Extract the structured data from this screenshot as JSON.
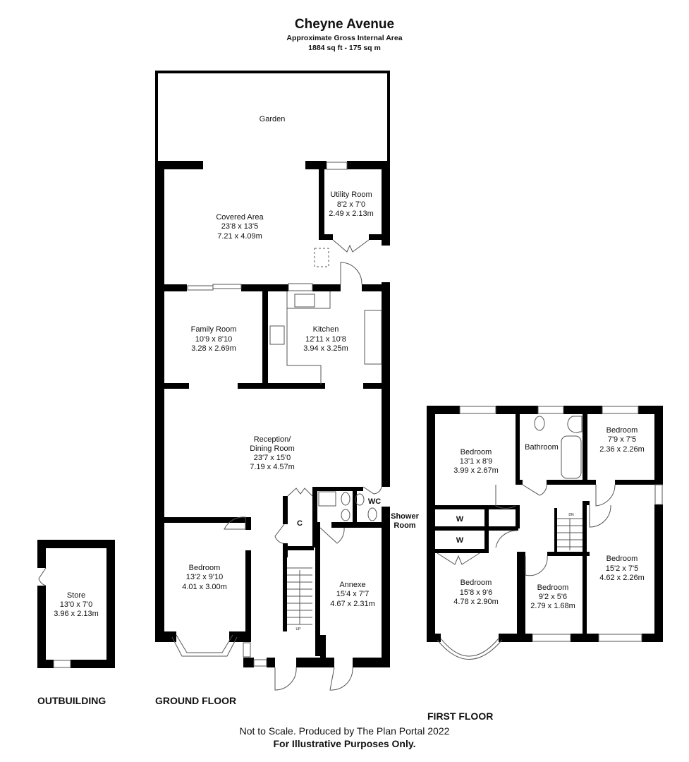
{
  "header": {
    "title": "Cheyne Avenue",
    "subtitle": "Approximate Gross Internal Area",
    "area": "1884 sq ft - 175 sq m"
  },
  "floors": {
    "outbuilding": {
      "label": "OUTBUILDING",
      "rooms": [
        {
          "name": "Store",
          "imperial": "13'0 x 7'0",
          "metric": "3.96 x 2.13m"
        }
      ]
    },
    "ground": {
      "label": "GROUND FLOOR",
      "rooms": [
        {
          "name": "Garden"
        },
        {
          "name": "Covered Area",
          "imperial": "23'8 x 13'5",
          "metric": "7.21 x 4.09m"
        },
        {
          "name": "Utility Room",
          "imperial": "8'2 x 7'0",
          "metric": "2.49 x 2.13m"
        },
        {
          "name": "Family Room",
          "imperial": "10'9 x 8'10",
          "metric": "3.28 x 2.69m"
        },
        {
          "name": "Kitchen",
          "imperial": "12'11 x 10'8",
          "metric": "3.94 x 3.25m"
        },
        {
          "name_line1": "Reception/",
          "name_line2": "Dining Room",
          "imperial": "23'7 x 15'0",
          "metric": "7.19 x 4.57m"
        },
        {
          "name": "Bedroom",
          "imperial": "13'2 x 9'10",
          "metric": "4.01 x 3.00m"
        },
        {
          "name": "Annexe",
          "imperial": "15'4 x 7'7",
          "metric": "4.67 x 2.31m"
        },
        {
          "name": "C"
        },
        {
          "name": "WC"
        },
        {
          "name_line1": "Shower",
          "name_line2": "Room"
        },
        {
          "name": "UP"
        }
      ]
    },
    "first": {
      "label": "FIRST FLOOR",
      "rooms": [
        {
          "name": "Bedroom",
          "imperial": "13'1 x 8'9",
          "metric": "3.99 x 2.67m"
        },
        {
          "name": "Bathroom"
        },
        {
          "name": "Bedroom",
          "imperial": "7'9 x 7'5",
          "metric": "2.36 x 2.26m"
        },
        {
          "name": "W"
        },
        {
          "name": "W"
        },
        {
          "name": "Bedroom",
          "imperial": "15'8 x 9'6",
          "metric": "4.78 x 2.90m"
        },
        {
          "name": "Bedroom",
          "imperial": "9'2 x 5'6",
          "metric": "2.79 x 1.68m"
        },
        {
          "name": "Bedroom",
          "imperial": "15'2 x 7'5",
          "metric": "4.62 x 2.26m"
        },
        {
          "name": "DN"
        }
      ]
    }
  },
  "footer": {
    "line1": "Not to Scale. Produced by The Plan Portal 2022",
    "line2": "For Illustrative Purposes Only."
  }
}
